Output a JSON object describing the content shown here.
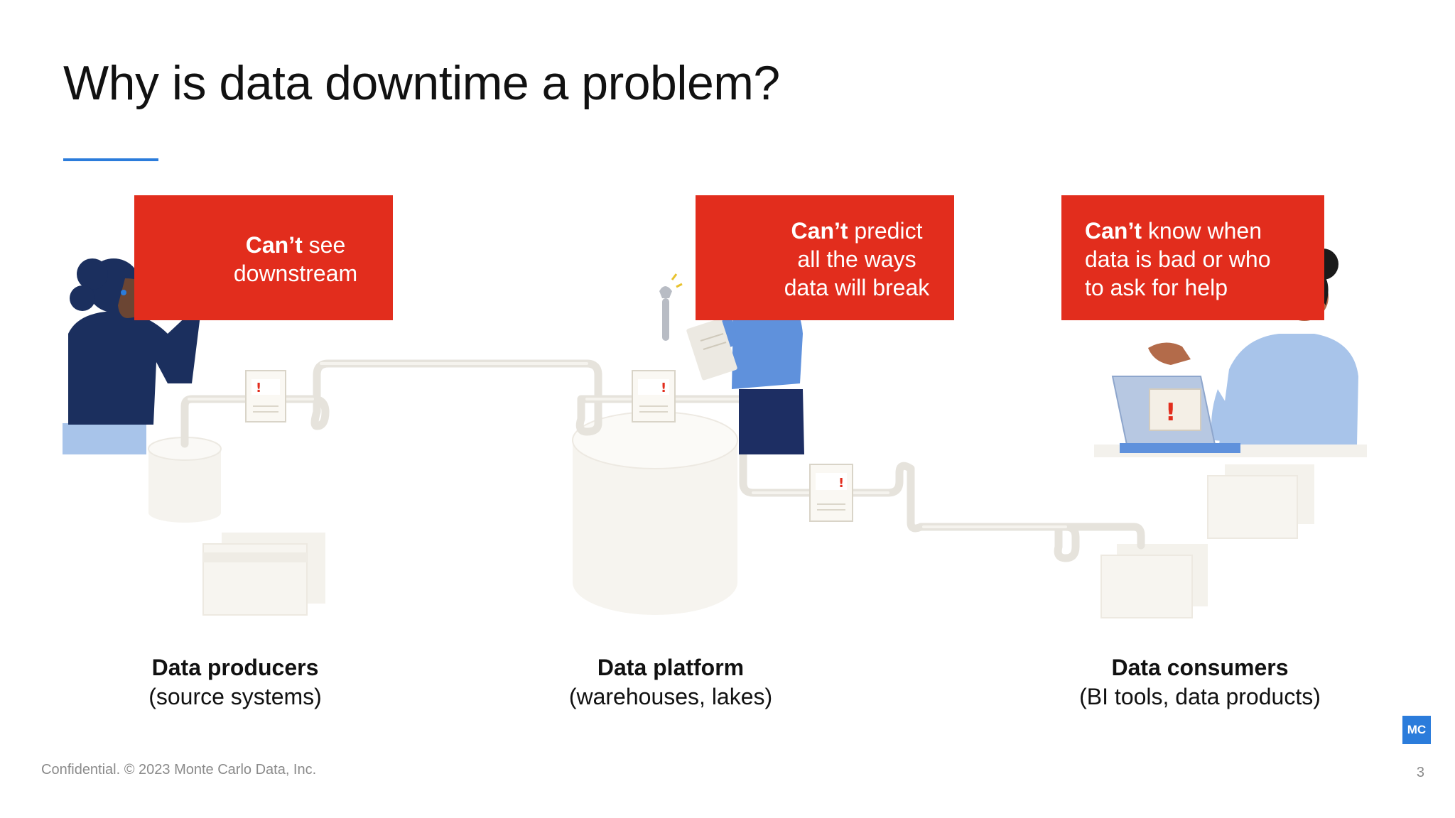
{
  "slide": {
    "title": "Why is data downtime a problem?",
    "footer": "Confidential. © 2023 Monte Carlo Data, Inc.",
    "page_number": "3",
    "brand_badge": "MC",
    "accent_color": "#2b7cdb",
    "callout_color": "#e22d1d"
  },
  "callouts": [
    {
      "lines": [
        {
          "bold": "Can’t",
          "rest": " see"
        },
        {
          "bold": "",
          "rest": "downstream"
        }
      ]
    },
    {
      "lines": [
        {
          "bold": "Can’t",
          "rest": " predict"
        },
        {
          "bold": "",
          "rest": "all the ways"
        },
        {
          "bold": "",
          "rest": "data will break"
        }
      ]
    },
    {
      "lines": [
        {
          "bold": "Can’t",
          "rest": " know when"
        },
        {
          "bold": "",
          "rest": "data is bad or who"
        },
        {
          "bold": "",
          "rest": "to ask for help"
        }
      ]
    }
  ],
  "stages": [
    {
      "name": "Data producers",
      "sub": "(source systems)"
    },
    {
      "name": "Data platform",
      "sub": "(warehouses, lakes)"
    },
    {
      "name": "Data consumers",
      "sub": "(BI tools, data products)"
    }
  ],
  "alert_glyph": "!",
  "icons": [
    "binoculars-icon",
    "wrench-icon",
    "clipboard-icon",
    "laptop-icon",
    "database-icon",
    "pipeline-icon",
    "alert-window-icon"
  ]
}
